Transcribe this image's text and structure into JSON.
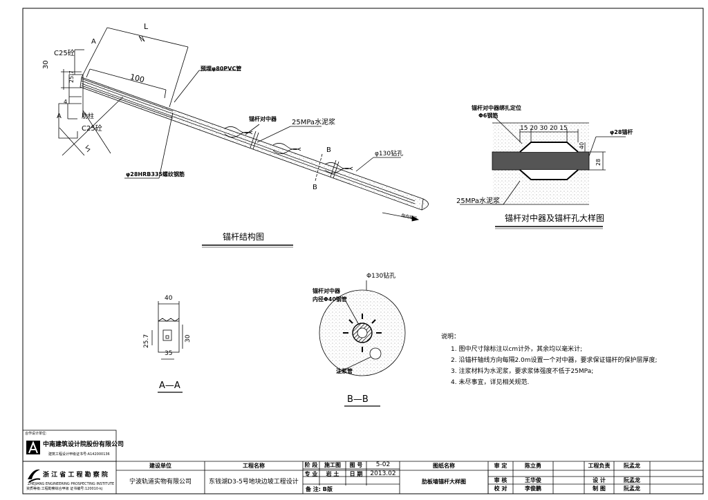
{
  "drawing": {
    "main_title": "锚杆结构图",
    "detail_title": "锚杆对中器及锚杆孔大样图",
    "section_aa_title": "A—A",
    "section_bb_title": "B—B"
  },
  "main_labels": {
    "dim_L": "L",
    "dim_100": "100",
    "dim_30": "30",
    "dim_25_7": "25.7",
    "dim_4": "4",
    "c25_top": "C25砼",
    "pillar": "肋柱",
    "c25_pillar": "C25砼",
    "section_a_top": "A",
    "section_a_bottom": "A",
    "pvc": "预埋φ80PVC管",
    "centralizer": "锚杆对中器",
    "grout": "25MPa水泥浆",
    "rebar": "φ28HRB335螺纹钢筋",
    "hole": "φ130钻孔",
    "section_b_top": "B",
    "section_b_bottom": "B",
    "direction": "指向锚孔"
  },
  "detail_labels": {
    "fixing": "锚杆对中器绑扎定位",
    "bar_phi6": "Φ6钢筋",
    "dims": "15 20   30   20 15",
    "dim_40": "40",
    "dim_28": "28",
    "anchor": "φ28锚杆",
    "grout": "25MPa水泥浆"
  },
  "section_aa": {
    "dim_40": "40",
    "dim_25_7": "25.7",
    "dim_30": "30",
    "dim_35": "35"
  },
  "section_bb": {
    "hole": "Φ130钻孔",
    "centralizer": "锚杆对中器",
    "inner": "内径Φ40钢管",
    "grout_pipe": "注浆管"
  },
  "notes": {
    "heading": "说明：",
    "items": [
      "1. 图中尺寸除标注以cm计外，其余均以毫米计;",
      "2. 沿锚杆轴线方向每隔2.0m设置一个对中器，要求保证锚杆的保护层厚度;",
      "3. 注浆材料为水泥浆，要求浆体强度不低于25MPa;",
      "4. 未尽事宜，详见相关规范."
    ]
  },
  "stamps": {
    "cooperator_label": "合作设计单位:",
    "company_main": "中南建筑设计院股份有限公司",
    "company_sub": "建筑工程设计甲级证书号:A142000136",
    "institute_cn": "浙 江 省 工 程 勘 察 院",
    "institute_en": "ZHEJIANG ENGINEERING PROSPECTING INSTITUTE",
    "institute_cert": "资质等级:工程勘察综合甲级  证书编号:120010-kj"
  },
  "title_block": {
    "client_label": "建设单位",
    "client_value": "宁波轨道实物有限公司",
    "project_label": "工程名称",
    "project_value": "东钱湖D3-5号地块边坡工程设计",
    "stage_label": "阶 段",
    "stage_value": "施工图",
    "drawing_no_label": "图 号",
    "drawing_no_value": "5-02",
    "specialty_label": "专 业",
    "specialty_value": "岩 土",
    "date_label": "日 期",
    "date_value": "2013.02",
    "remarks": "备 注: B版",
    "drawing_name_label": "图纸名称",
    "drawing_name_value": "肋板墙锚杆大样图",
    "approve_label": "审 定",
    "approve_value": "陈立勇",
    "review_label": "审 核",
    "review_value": "王华俊",
    "check_label": "校 对",
    "check_value": "李俊鹏",
    "pm_label": "工程负责",
    "pm_value": "阮孟龙",
    "design_label": "设 计",
    "design_value": "阮孟龙",
    "draw_label": "制 图",
    "draw_value": "阮孟龙"
  }
}
